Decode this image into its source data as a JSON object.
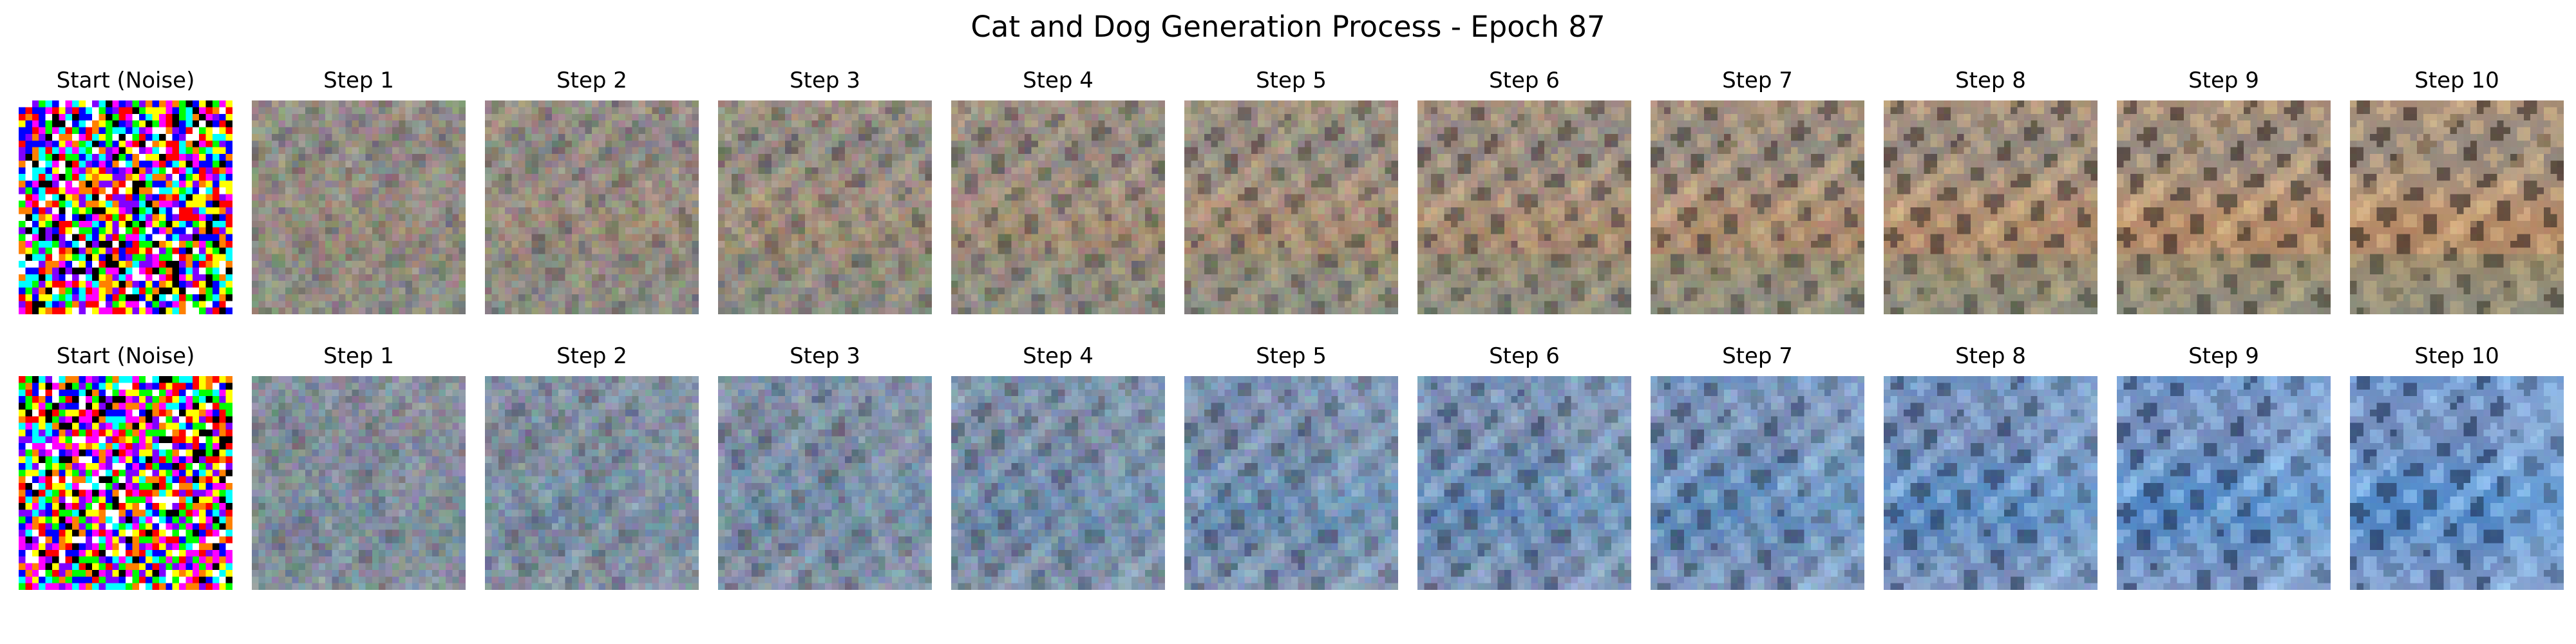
{
  "figure": {
    "title": "Cat and Dog Generation Process - Epoch 87"
  },
  "rows": [
    {
      "name": "cat-dog-sample-1",
      "palette": {
        "base": "#b58a67",
        "light": "#e8c590",
        "dark": "#3e3028",
        "accent": "#7a8d9c",
        "green": "#5f7f63"
      },
      "steps": [
        "Start (Noise)",
        "Step 1",
        "Step 2",
        "Step 3",
        "Step 4",
        "Step 5",
        "Step 6",
        "Step 7",
        "Step 8",
        "Step 9",
        "Step 10"
      ]
    },
    {
      "name": "cat-dog-sample-2",
      "palette": {
        "base": "#4f88c7",
        "light": "#a9d7ff",
        "dark": "#243a5e",
        "accent": "#9c95b7",
        "green": "#5d8d9b"
      },
      "steps": [
        "Start (Noise)",
        "Step 1",
        "Step 2",
        "Step 3",
        "Step 4",
        "Step 5",
        "Step 6",
        "Step 7",
        "Step 8",
        "Step 9",
        "Step 10"
      ]
    }
  ]
}
